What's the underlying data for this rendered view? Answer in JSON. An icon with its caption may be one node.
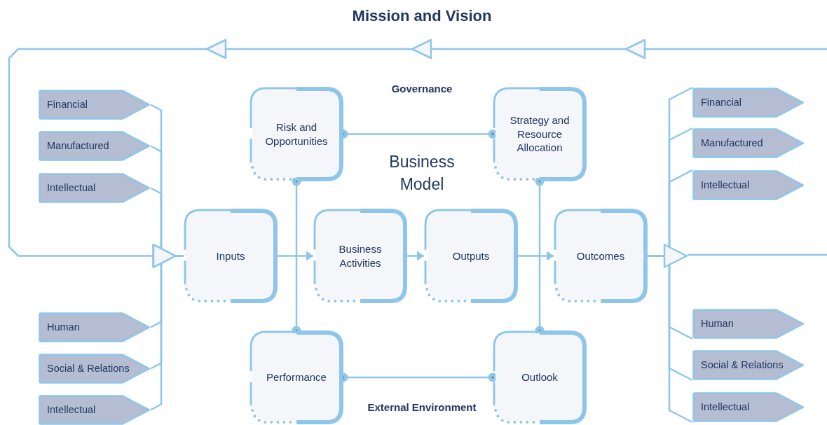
{
  "diagram": {
    "title": "Mission and Vision",
    "nodes": [
      {
        "text": [
          "Financial"
        ]
      },
      {
        "text": [
          "Manufactured"
        ]
      },
      {
        "text": [
          "Intellectual"
        ]
      },
      {
        "text": [
          "Human"
        ]
      },
      {
        "text": [
          "Social & Relations"
        ]
      },
      {
        "text": [
          "Intellectual"
        ]
      },
      {
        "text": [
          "Inputs"
        ]
      },
      {
        "text": [
          "Business Activities"
        ]
      },
      {
        "text": [
          "Outputs"
        ]
      },
      {
        "text": [
          "Outcomes"
        ]
      },
      {
        "text": [
          "Risk and Opportunities"
        ]
      },
      {
        "text": [
          "Strategy and Resource Allocation"
        ]
      },
      {
        "text": [
          "Performance"
        ]
      },
      {
        "text": [
          "Outlook"
        ]
      },
      {
        "text": [
          "Financial"
        ]
      },
      {
        "text": [
          "Manufactured"
        ]
      },
      {
        "text": [
          "Intellectual"
        ]
      },
      {
        "text": [
          "Human"
        ]
      },
      {
        "text": [
          "Social & Relations"
        ]
      },
      {
        "text": [
          "Intellectual"
        ]
      }
    ],
    "edges": [
      {
        "from": 0,
        "to": 6,
        "arrow": "to"
      },
      {
        "from": 1,
        "to": 6,
        "arrow": "to"
      },
      {
        "from": 2,
        "to": 6,
        "arrow": "to"
      },
      {
        "from": 3,
        "to": 6,
        "arrow": "to"
      },
      {
        "from": 4,
        "to": 6,
        "arrow": "to"
      },
      {
        "from": 5,
        "to": 6,
        "arrow": "to"
      },
      {
        "from": null,
        "to": 6,
        "arrow": "to"
      },
      {
        "from": 6,
        "to": 7,
        "arrow": "to"
      },
      {
        "from": 7,
        "to": 8,
        "arrow": "to"
      },
      {
        "from": 8,
        "to": 9,
        "arrow": "to"
      },
      {
        "from": 9,
        "to": null,
        "arrow": "to"
      },
      {
        "from": 9,
        "to": 14,
        "arrow": "none"
      },
      {
        "from": 9,
        "to": 15,
        "arrow": "none"
      },
      {
        "from": 9,
        "to": 16,
        "arrow": "none"
      },
      {
        "from": 9,
        "to": 17,
        "arrow": "none"
      },
      {
        "from": 9,
        "to": 18,
        "arrow": "none"
      },
      {
        "from": 9,
        "to": 19,
        "arrow": "none"
      },
      {
        "from": 10,
        "to": 11,
        "arrow": "other"
      },
      {
        "from": 10,
        "to": 12,
        "arrow": "other"
      },
      {
        "from": 11,
        "to": 13,
        "arrow": "other"
      },
      {
        "from": 12,
        "to": 13,
        "arrow": "other"
      }
    ],
    "labels": [
      "Governance",
      "Business Model",
      "External Environment"
    ]
  }
}
